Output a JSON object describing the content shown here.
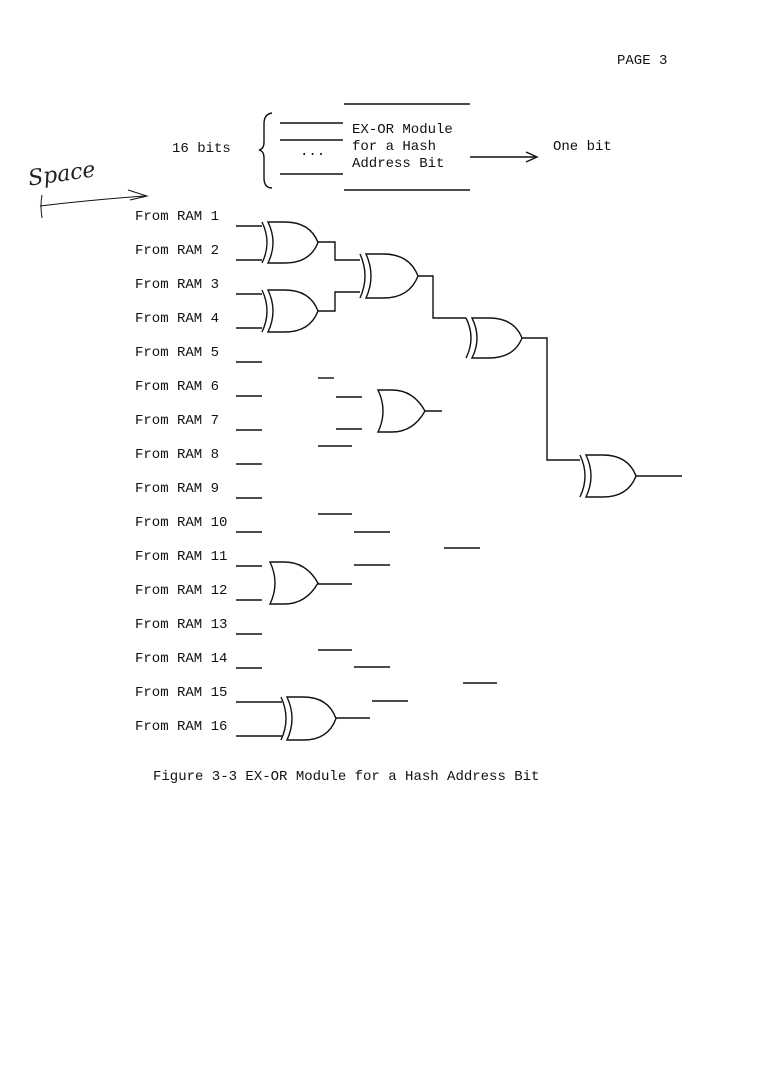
{
  "page_number": "PAGE 3",
  "block": {
    "input_label": "16 bits",
    "ellipsis": "...",
    "module_lines": [
      "EX-OR Module",
      "for a Hash",
      "Address Bit"
    ],
    "output_label": "One bit"
  },
  "annotation": "Space",
  "inputs": [
    "From RAM 1",
    "From RAM 2",
    "From RAM 3",
    "From RAM 4",
    "From RAM 5",
    "From RAM 6",
    "From RAM 7",
    "From RAM 8",
    "From RAM 9",
    "From RAM 10",
    "From RAM 11",
    "From RAM 12",
    "From RAM 13",
    "From RAM 14",
    "From RAM 15",
    "From RAM 16"
  ],
  "caption": "Figure 3-3 EX-OR Module for a Hash Address Bit"
}
